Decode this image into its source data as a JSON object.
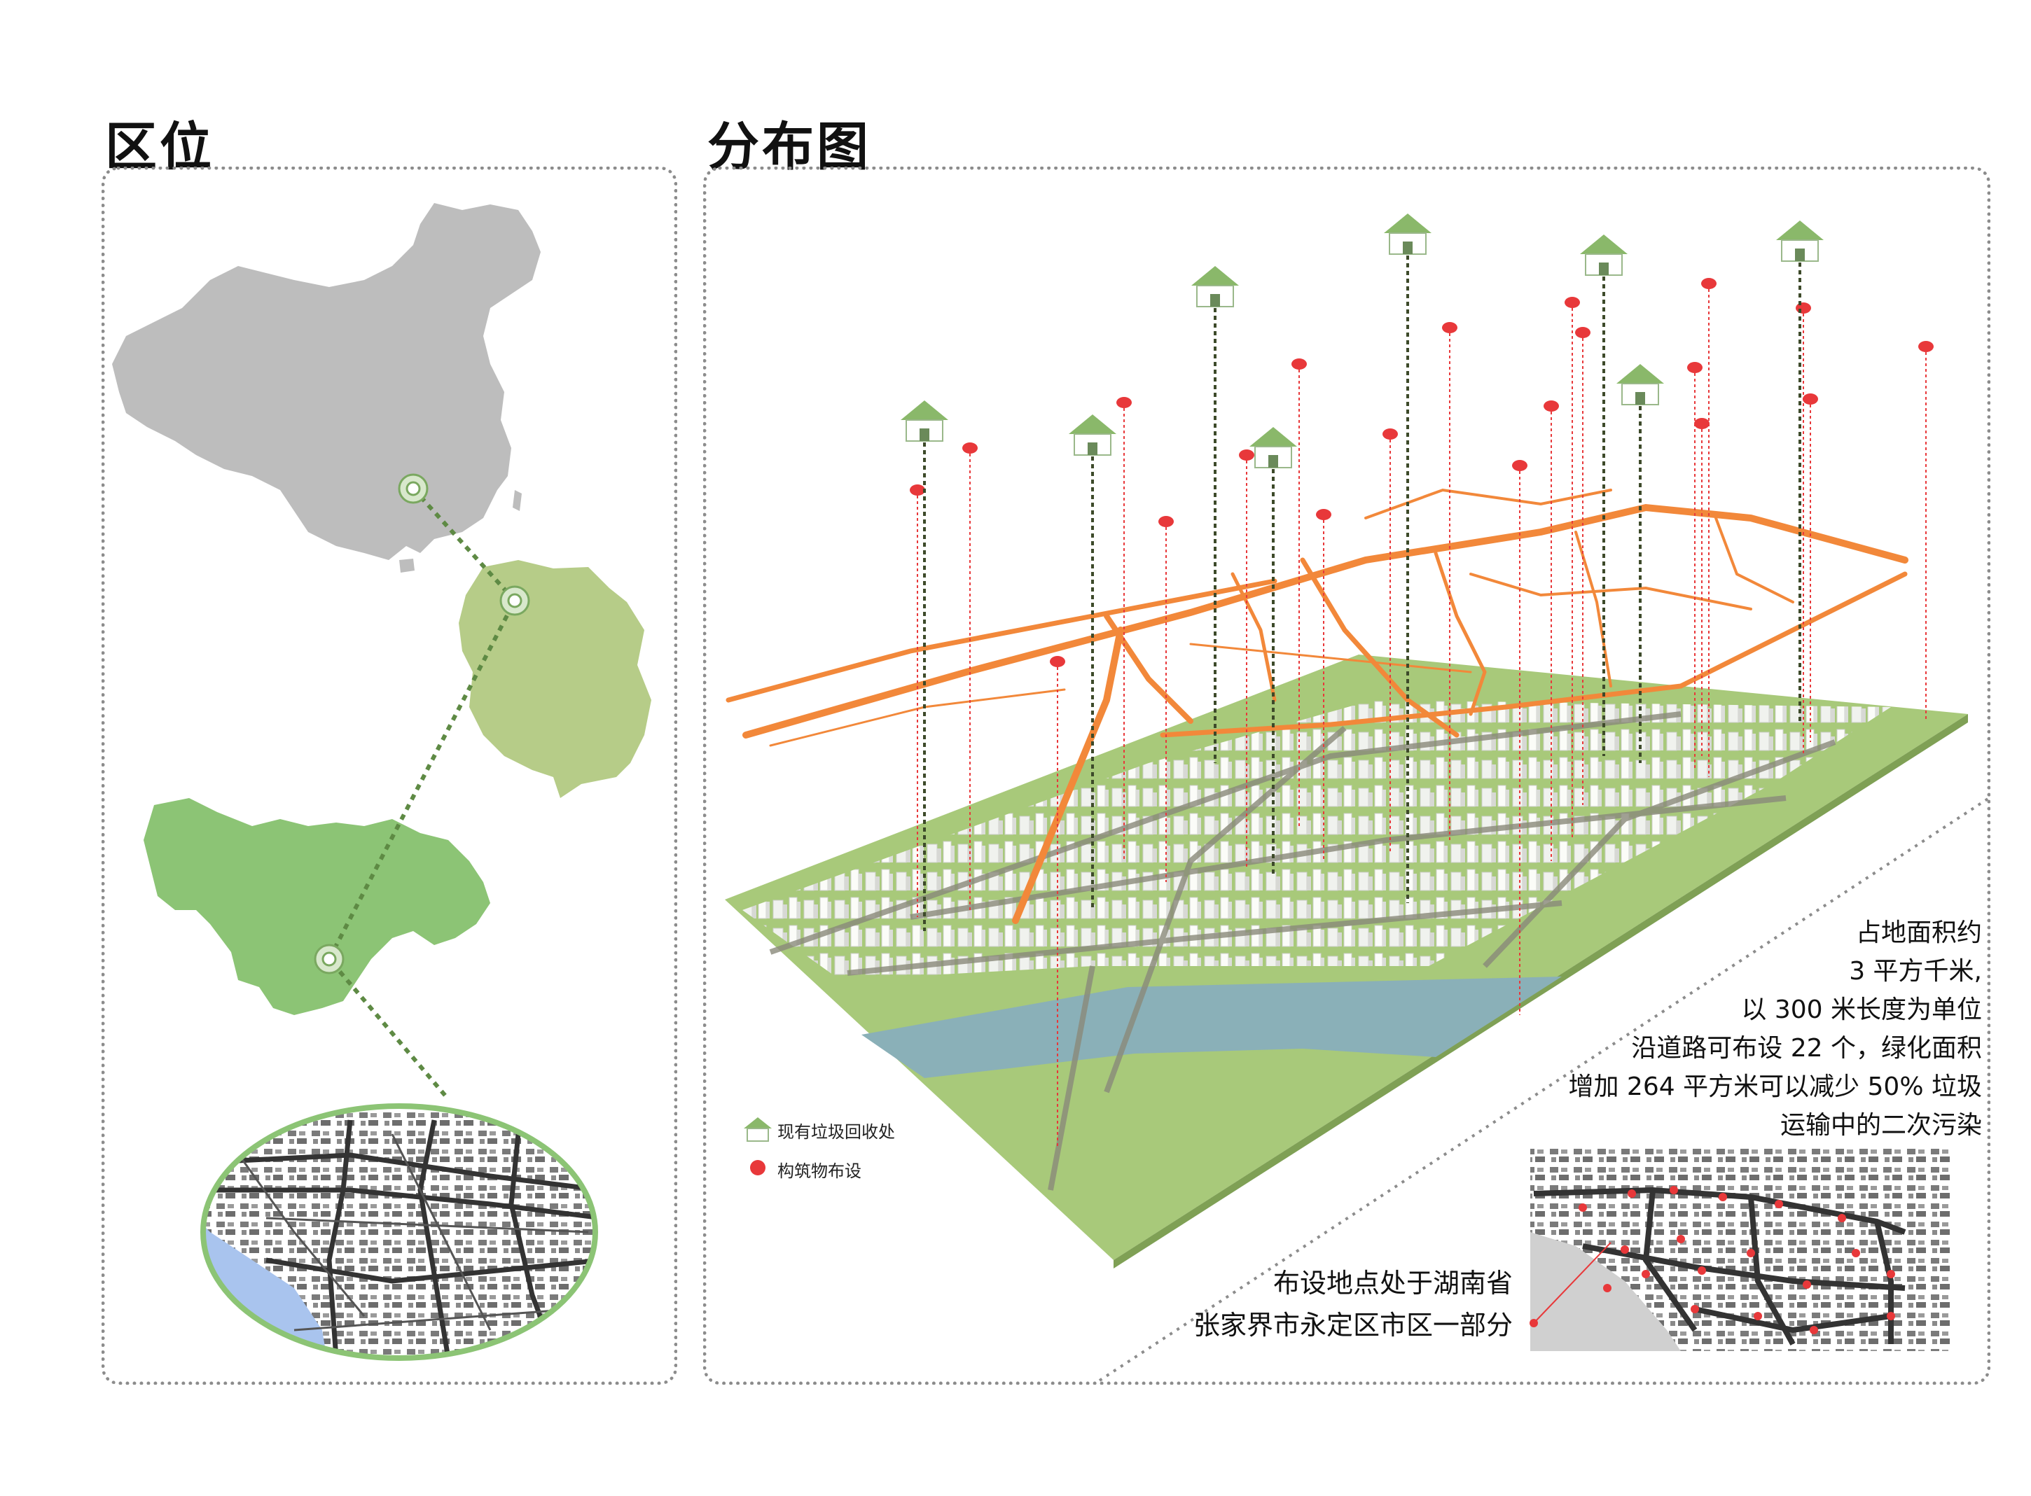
{
  "titles": {
    "location": "区位",
    "distribution": "分布图"
  },
  "info": {
    "lines": [
      "占地面积约",
      "3 平方千米,",
      "以 300 米长度为单位",
      "沿道路可布设 22 个，绿化面积",
      "增加 264 平方米可以减少 50% 垃圾",
      "运输中的二次污染"
    ]
  },
  "location_note": {
    "lines": [
      "布设地点处于湖南省",
      "张家界市永定区市区一部分"
    ]
  },
  "legend": {
    "existing_station": "现有垃圾回收处",
    "structure_point": "构筑物布设"
  },
  "colors": {
    "china_map": "#bdbdbd",
    "province_map": "#b6cc88",
    "city_map": "#8cc475",
    "ground": "#a8c97a",
    "river": "#8ab0b8",
    "road_orange": "#f2883a",
    "marker_red": "#e8383a",
    "house_green": "#8ab86a"
  }
}
